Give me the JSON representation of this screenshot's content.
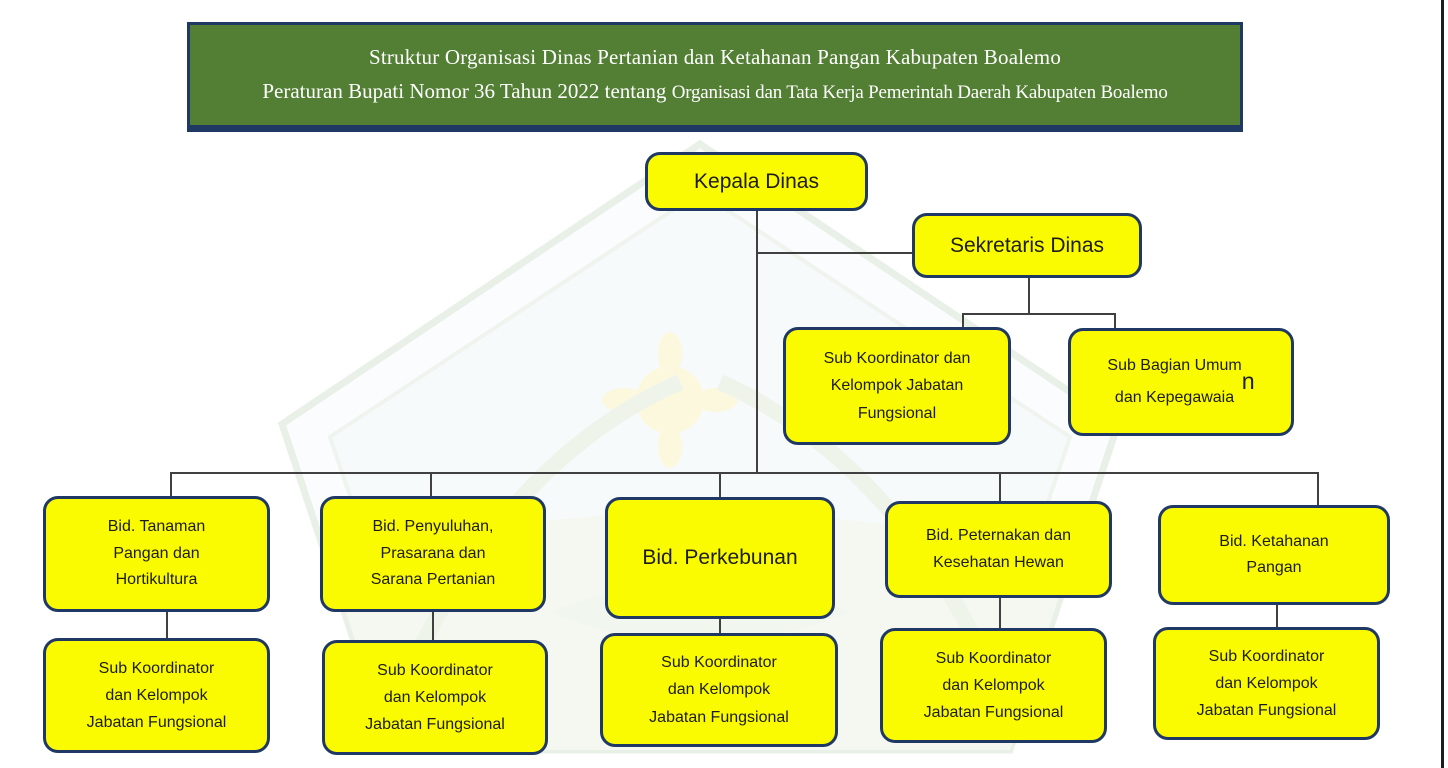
{
  "header": {
    "line1": "Struktur Organisasi Dinas Pertanian dan Ketahanan Pangan Kabupaten Boalemo",
    "line2_part1": "Peraturan Bupati Nomor 36 Tahun 2022 tentang ",
    "line2_part2": "Organisasi dan Tata Kerja Pemerintah Daerah Kabupaten Boalemo",
    "background_color": "#527f33",
    "border_color": "#1f3864",
    "text_color": "#ffffff"
  },
  "chart": {
    "box_fill_color": "#fbfb00",
    "box_border_color": "#1f3864",
    "connector_color": "#404040",
    "nodes": {
      "kepala": {
        "label": "Kepala Dinas"
      },
      "sekretaris": {
        "label": "Sekretaris Dinas"
      },
      "sub_sekretariat_fungsional": {
        "label": "Sub Koordinator dan\nKelompok Jabatan\nFungsional"
      },
      "sub_bagian_umum": {
        "label_a": "Sub Bagian Umum\ndan Kepegawaia",
        "label_b": "n"
      },
      "bid_tanaman": {
        "label": "Bid. Tanaman\nPangan dan\nHortikultura"
      },
      "bid_penyuluhan": {
        "label": "Bid. Penyuluhan,\nPrasarana dan\nSarana Pertanian"
      },
      "bid_perkebunan": {
        "label": "Bid. Perkebunan"
      },
      "bid_peternakan": {
        "label": "Bid. Peternakan dan\nKesehatan Hewan"
      },
      "bid_ketahanan": {
        "label": "Bid. Ketahanan\nPangan"
      },
      "sub_koordinator": {
        "label": "Sub Koordinator\ndan Kelompok\nJabatan Fungsional"
      }
    }
  }
}
